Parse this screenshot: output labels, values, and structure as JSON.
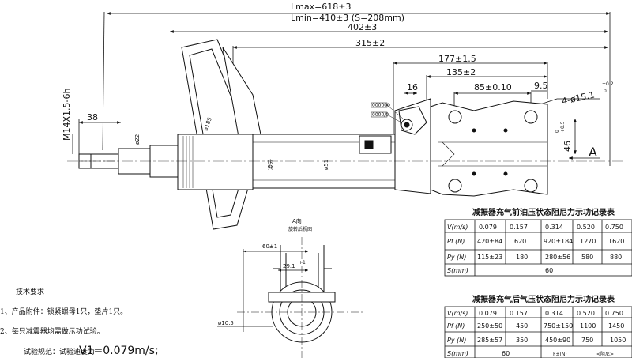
{
  "dims": {
    "lmax": "Lmax=618±3",
    "lmin": "Lmin=410±3 (S=208mm)",
    "d402": "402±3",
    "d315": "315±2",
    "d177": "177±1.5",
    "d135": "135±2",
    "d16": "16",
    "d85": "85±0.10",
    "d95": "9.5",
    "holes": "4-ø15.1",
    "holes_tol_upper": "+0.2",
    "holes_tol_lower": "0",
    "d46": "46",
    "d46_tol": "+0.5",
    "d46_tol2": "0",
    "thread": "M14X1.5-6h",
    "d38": "38",
    "phi22": "ø22",
    "phi185": "ø185",
    "phi51": "ø51",
    "view_label": "A",
    "d60": "60±1",
    "d291": "29.1",
    "d291_sup": "+1",
    "phi105": "ø10.5"
  },
  "view_a": {
    "title": "A向",
    "subtitle": "旋转后视图"
  },
  "body_text": "凌云",
  "tag1": "000000",
  "tag2": "0000/0",
  "table_front": {
    "title": "减振器充气前油压状态阻尼力示功记录表",
    "header": [
      "V(m/s)",
      "0.079",
      "0.157",
      "0.314",
      "0.520",
      "0.750"
    ],
    "rows": [
      [
        "Pf (N)",
        "420±84",
        "620",
        "920±184",
        "1270",
        "1620"
      ],
      [
        "Py (N)",
        "115±23",
        "180",
        "280±56",
        "580",
        "880"
      ],
      [
        "S(mm)",
        "60"
      ]
    ]
  },
  "table_rear": {
    "title": "减振器充气后气压状态阻尼力示功记录表",
    "header": [
      "V(m/s)",
      "0.079",
      "0.157",
      "0.314",
      "0.520",
      "0.750"
    ],
    "rows": [
      [
        "Pf (N)",
        "250±50",
        "450",
        "750±150",
        "1100",
        "1450"
      ],
      [
        "Py (N)",
        "285±57",
        "350",
        "450±90",
        "750",
        "1050"
      ],
      [
        "S(mm)",
        "60",
        "",
        "F±(N)",
        "",
        "<阻尼>"
      ]
    ]
  },
  "notes": {
    "heading": "技术要求",
    "line1": "1、产品附件：锁紧螺母1只，垫片1只。",
    "line2": "2、每只减震器均需做示功试验。",
    "line3_prefix": "试验规范：试验速度为",
    "line3_value": "V1=0.079m/s;"
  }
}
